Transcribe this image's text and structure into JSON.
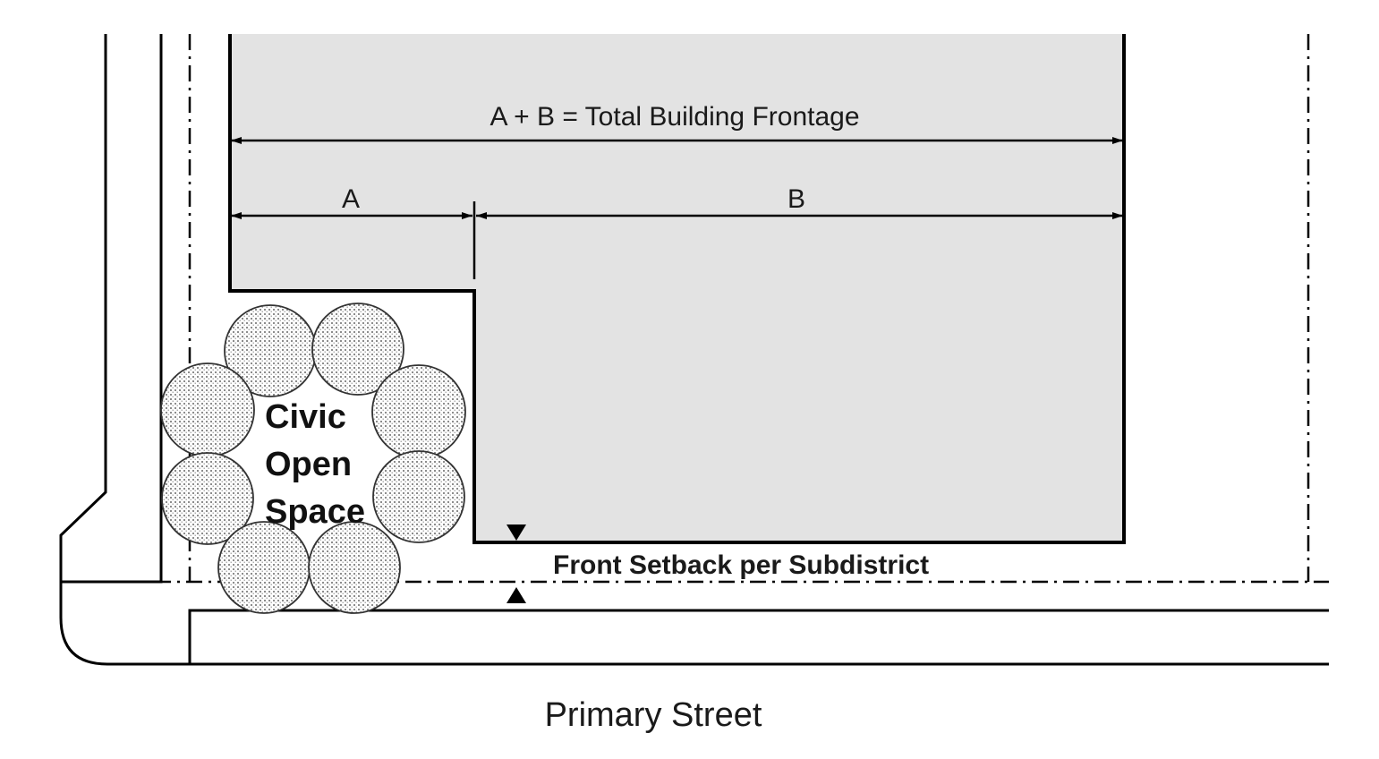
{
  "labels": {
    "total_frontage": "A + B = Total Building Frontage",
    "segment_a": "A",
    "segment_b": "B",
    "civic_line1": "Civic",
    "civic_line2": "Open",
    "civic_line3": "Space",
    "front_setback": "Front Setback per Subdistrict",
    "primary_street": "Primary Street"
  },
  "colors": {
    "building_fill": "#e3e3e3",
    "line": "#000000",
    "tree_hatch": "#9a9a9a"
  }
}
